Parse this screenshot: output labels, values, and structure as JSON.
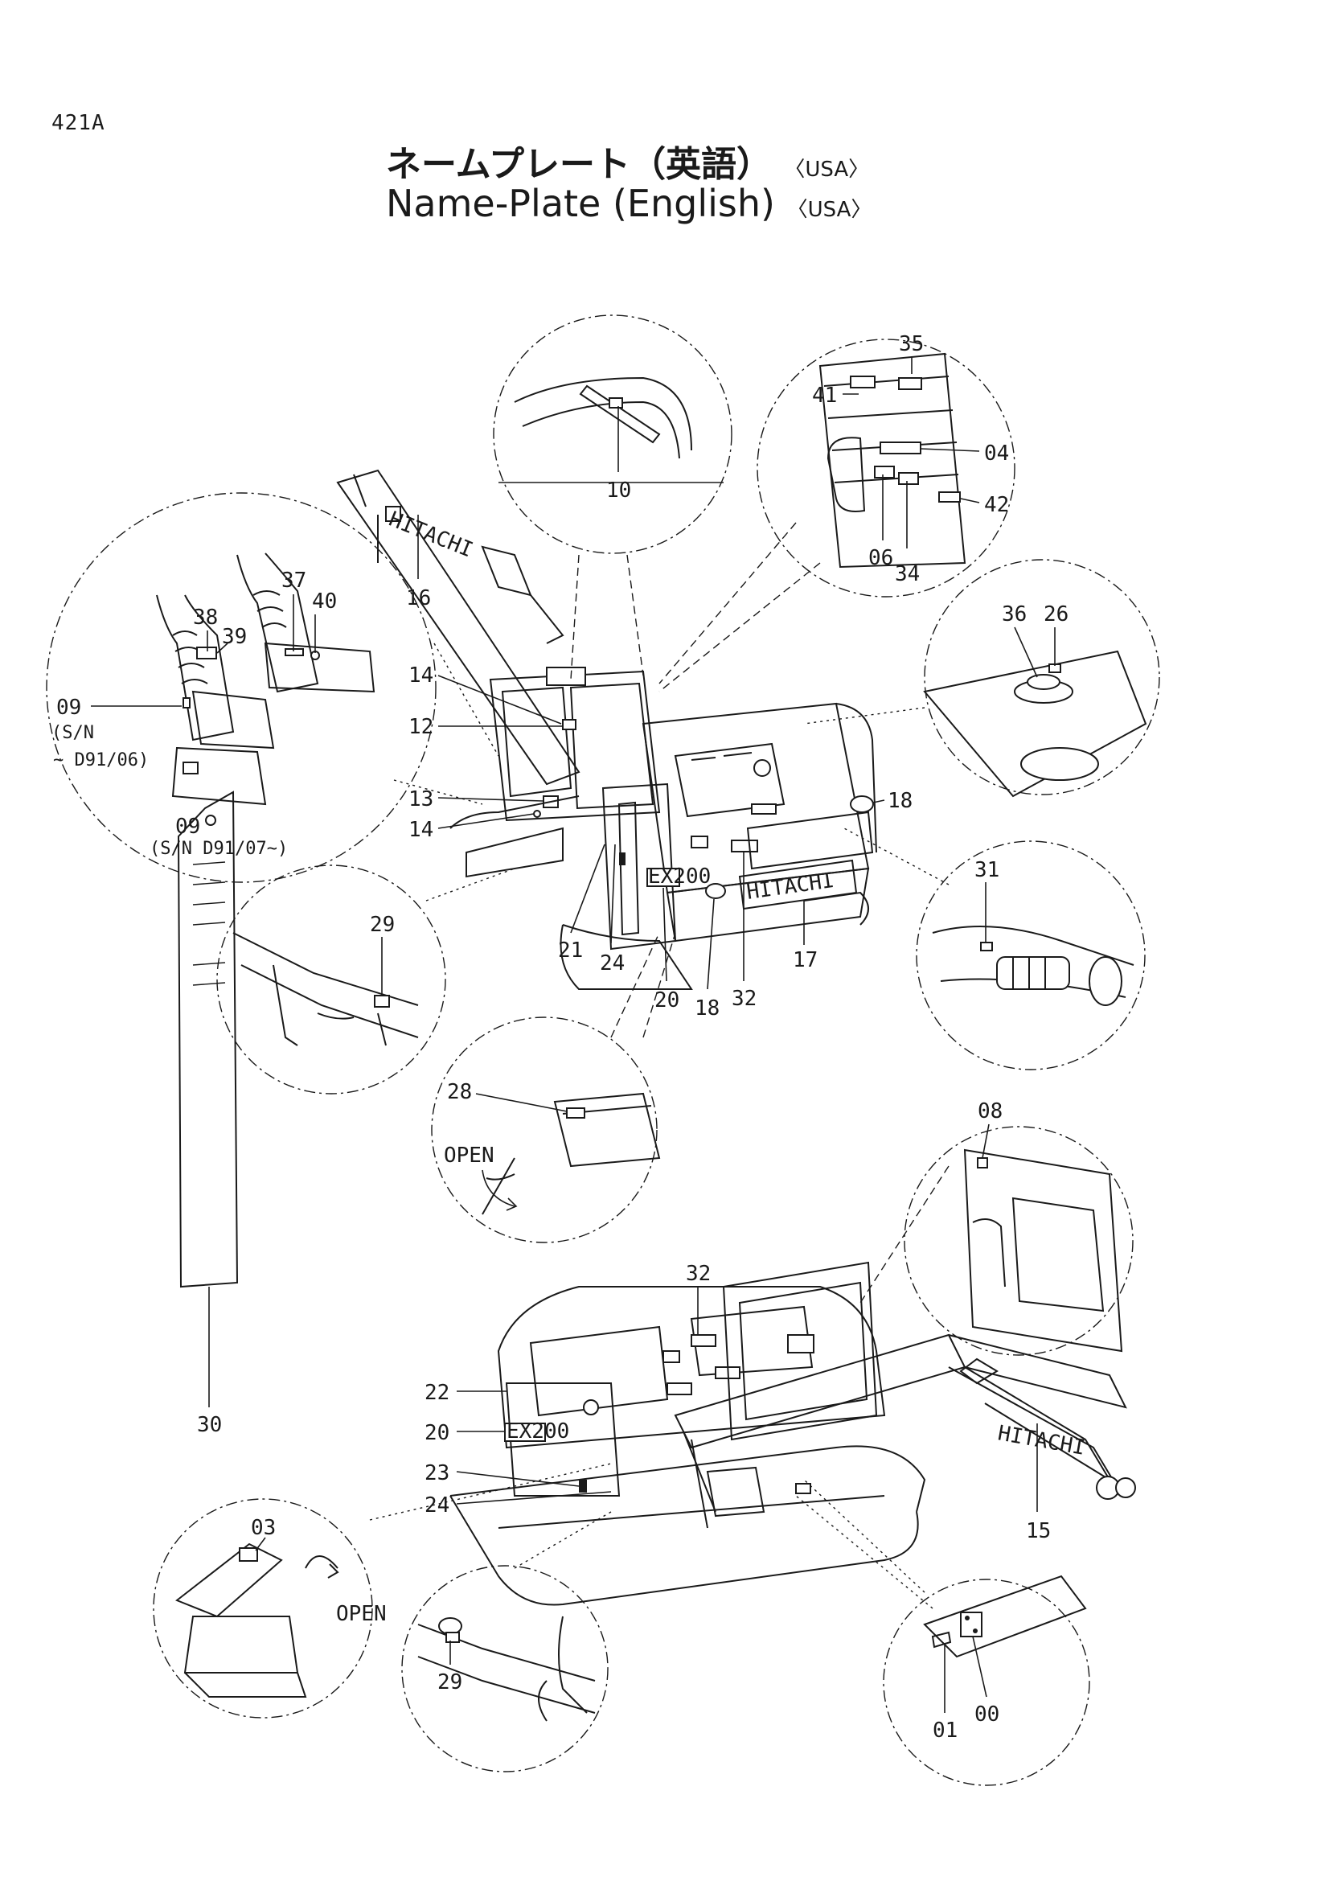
{
  "header": {
    "page_code": "421A",
    "title_jp": "ネームプレート（英語）",
    "title_en": "Name-Plate (English)",
    "region": "〈USA〉"
  },
  "diagram": {
    "brand_text": "HITACHI",
    "model_badge": "EX200",
    "open_label": "OPEN",
    "serial_note_1a": "(S/N",
    "serial_note_1b": "~ D91/06)",
    "serial_note_2": "(S/N  D91/07~)",
    "callouts": {
      "c00": "00",
      "c01": "01",
      "c03": "03",
      "c04": "04",
      "c06": "06",
      "c08": "08",
      "c09a": "09",
      "c09b": "09",
      "c10": "10",
      "c12": "12",
      "c13": "13",
      "c14a": "14",
      "c14b": "14",
      "c15": "15",
      "c16": "16",
      "c17": "17",
      "c18a": "18",
      "c18b": "18",
      "c20a": "20",
      "c20b": "20",
      "c21": "21",
      "c22": "22",
      "c23": "23",
      "c24a": "24",
      "c24b": "24",
      "c26": "26",
      "c28": "28",
      "c29a": "29",
      "c29b": "29",
      "c30": "30",
      "c31": "31",
      "c32a": "32",
      "c32b": "32",
      "c34": "34",
      "c35": "35",
      "c36": "36",
      "c37": "37",
      "c38": "38",
      "c39": "39",
      "c40": "40",
      "c41": "41",
      "c42": "42"
    }
  }
}
